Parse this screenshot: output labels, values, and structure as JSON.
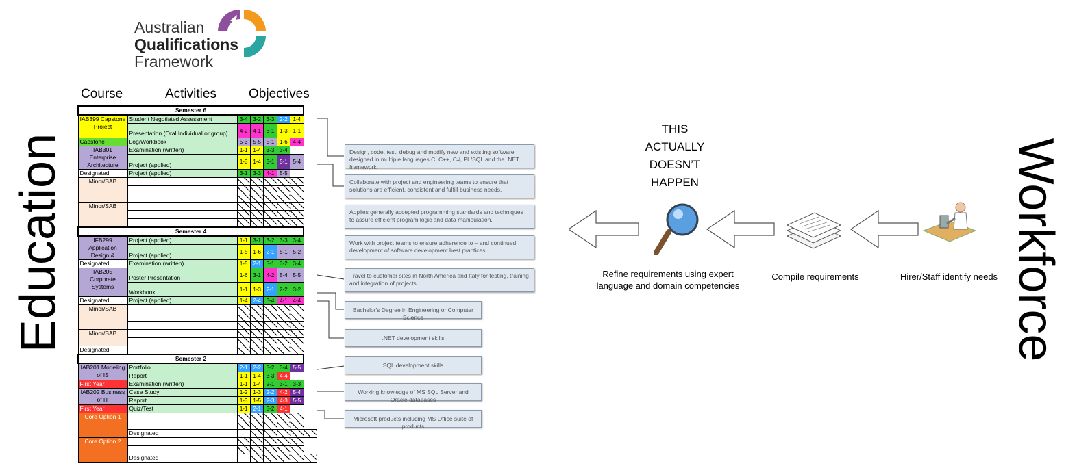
{
  "logo": {
    "line1": "Australian",
    "line2": "Qualifications",
    "line3": "Framework"
  },
  "headers": {
    "course": "Course",
    "activities": "Activities",
    "objectives": "Objectives"
  },
  "side": {
    "left": "Education",
    "right": "Workforce"
  },
  "colors": {
    "green": "#c6efce",
    "yellow": "#ffff00",
    "magenta": "#ff33cc",
    "blue": "#33a3ff",
    "purple": "#7030a0",
    "lavender": "#b4a7d6",
    "grey": "#cccccc",
    "brightgreen": "#33cc33",
    "darkgreen": "#00b050",
    "peach": "#fde9d9",
    "red": "#ff3333",
    "orange": "#f36f21",
    "capstone": "#66dd33"
  },
  "rows": [
    {
      "sem": "Semester 6"
    },
    {
      "course": "IAB399 Capstone Project",
      "c": "yellow",
      "span": 2,
      "act": "Student Negotiated Assessment",
      "obj": [
        [
          "3-4",
          "brightgreen"
        ],
        [
          "3-2",
          "brightgreen"
        ],
        [
          "3-3",
          "brightgreen"
        ],
        [
          "2-2",
          "blue"
        ],
        [
          "1-4",
          "yellow"
        ]
      ]
    },
    {
      "act": "Presentation (Oral Individual or group)",
      "tall": true,
      "obj": [
        [
          "4-2",
          "magenta"
        ],
        [
          "4-1",
          "magenta"
        ],
        [
          "3-1",
          "brightgreen"
        ],
        [
          "1-3",
          "yellow"
        ],
        [
          "1-1",
          "yellow"
        ]
      ]
    },
    {
      "course": "Capstone",
      "c": "capstone",
      "left": true,
      "act": "Log/Workbook",
      "obj": [
        [
          "5-3",
          "lavender"
        ],
        [
          "5-5",
          "lavender"
        ],
        [
          "5-1",
          "lavender"
        ],
        [
          "1-6",
          "yellow"
        ],
        [
          "4-4",
          "magenta"
        ]
      ]
    },
    {
      "course": "IAB301 Enterprise Architecture",
      "c": "lavender",
      "span": 2,
      "act": "Examination (written)",
      "obj": [
        [
          "1-1",
          "yellow"
        ],
        [
          "1-4",
          "yellow"
        ],
        [
          "3-3",
          "brightgreen"
        ],
        [
          "3-4",
          "brightgreen"
        ],
        [
          "",
          "white"
        ]
      ]
    },
    {
      "act": "Project (applied)",
      "tall": true,
      "obj": [
        [
          "1-3",
          "yellow"
        ],
        [
          "1-4",
          "yellow"
        ],
        [
          "3-1",
          "brightgreen"
        ],
        [
          "5-1",
          "purple"
        ],
        [
          "5-4",
          "lavender"
        ]
      ]
    },
    {
      "course": "Designated",
      "c": "white",
      "left": true,
      "act": "Project (applied)",
      "obj": [
        [
          "3-1",
          "brightgreen"
        ],
        [
          "3-3",
          "brightgreen"
        ],
        [
          "4-1",
          "magenta"
        ],
        [
          "5-5",
          "lavender"
        ],
        [
          "",
          "white"
        ]
      ]
    },
    {
      "course": "Minor/SAB",
      "c": "peach",
      "span": 3,
      "act": "",
      "hatch": true
    },
    {
      "act": "",
      "hatch": true
    },
    {
      "act": "",
      "hatch": true
    },
    {
      "course": "Minor/SAB",
      "c": "peach",
      "span": 3,
      "act": "",
      "hatch": true
    },
    {
      "act": "",
      "hatch": true
    },
    {
      "act": "",
      "hatch": true
    },
    {
      "sem": "Semester 4"
    },
    {
      "course": "IFB299 Application Design &",
      "c": "lavender",
      "span": 2,
      "act": "Project (applied)",
      "obj": [
        [
          "1-1",
          "yellow"
        ],
        [
          "3-1",
          "brightgreen"
        ],
        [
          "3-2",
          "brightgreen"
        ],
        [
          "3-3",
          "brightgreen"
        ],
        [
          "3-4",
          "brightgreen"
        ]
      ]
    },
    {
      "act": "Project (applied)",
      "tall": true,
      "obj": [
        [
          "1-5",
          "yellow"
        ],
        [
          "1-6",
          "yellow"
        ],
        [
          "2-1",
          "blue"
        ],
        [
          "5-1",
          "lavender"
        ],
        [
          "5-2",
          "lavender"
        ]
      ]
    },
    {
      "course": "Designated",
      "c": "white",
      "left": true,
      "act": "Examination (written)",
      "obj": [
        [
          "1-5",
          "yellow"
        ],
        [
          "2-1",
          "blue"
        ],
        [
          "3-1",
          "brightgreen"
        ],
        [
          "3-2",
          "brightgreen"
        ],
        [
          "3-4",
          "brightgreen"
        ]
      ]
    },
    {
      "course": "IAB205 Corporate Systems",
      "c": "lavender",
      "span": 2,
      "act": "Poster Presentation",
      "tall": true,
      "obj": [
        [
          "1-6",
          "yellow"
        ],
        [
          "3-1",
          "brightgreen"
        ],
        [
          "4-2",
          "magenta"
        ],
        [
          "5-4",
          "lavender"
        ],
        [
          "5-5",
          "lavender"
        ]
      ]
    },
    {
      "act": "Workbook",
      "tall": true,
      "obj": [
        [
          "1-1",
          "yellow"
        ],
        [
          "1-3",
          "yellow"
        ],
        [
          "2-1",
          "blue"
        ],
        [
          "2-2",
          "brightgreen"
        ],
        [
          "3-2",
          "brightgreen"
        ]
      ]
    },
    {
      "course": "Designated",
      "c": "white",
      "left": true,
      "act": "Project (applied)",
      "obj": [
        [
          "1-4",
          "yellow"
        ],
        [
          "2-4",
          "blue"
        ],
        [
          "3-4",
          "brightgreen"
        ],
        [
          "4-1",
          "magenta"
        ],
        [
          "4-4",
          "magenta"
        ]
      ]
    },
    {
      "course": "Minor/SAB",
      "c": "peach",
      "span": 3,
      "act": "",
      "hatch": true
    },
    {
      "act": "",
      "hatch": true
    },
    {
      "act": "",
      "hatch": true
    },
    {
      "course": "Minor/SAB",
      "c": "peach",
      "span": 2,
      "act": "",
      "hatch": true
    },
    {
      "act": "",
      "hatch": true
    },
    {
      "course": "Designated",
      "c": "white",
      "left": true,
      "act": "",
      "hatch": true
    },
    {
      "sem": "Semester 2"
    },
    {
      "course": "IAB201 Modeling of IS",
      "c": "lavender",
      "span": 2,
      "act": "Portfolio",
      "obj": [
        [
          "2-1",
          "blue"
        ],
        [
          "2-2",
          "blue"
        ],
        [
          "3-2",
          "brightgreen"
        ],
        [
          "3-4",
          "brightgreen"
        ],
        [
          "5-5",
          "purple"
        ]
      ]
    },
    {
      "act": "Report",
      "obj": [
        [
          "1-1",
          "yellow"
        ],
        [
          "1-4",
          "yellow"
        ],
        [
          "3-3",
          "brightgreen"
        ],
        [
          "4-4",
          "red"
        ],
        [
          "",
          "white"
        ]
      ]
    },
    {
      "course": "First Year",
      "c": "red",
      "left": true,
      "act": "Examination (written)",
      "obj": [
        [
          "1-1",
          "yellow"
        ],
        [
          "1-4",
          "yellow"
        ],
        [
          "2-1",
          "brightgreen"
        ],
        [
          "3-1",
          "brightgreen"
        ],
        [
          "3-3",
          "brightgreen"
        ]
      ]
    },
    {
      "course": "IAB202 Business of IT",
      "c": "lavender",
      "span": 2,
      "act": "Case Study",
      "obj": [
        [
          "1-2",
          "yellow"
        ],
        [
          "1-3",
          "yellow"
        ],
        [
          "2-2",
          "blue"
        ],
        [
          "4-2",
          "red"
        ],
        [
          "5-4",
          "purple"
        ]
      ]
    },
    {
      "act": "Report",
      "obj": [
        [
          "1-3",
          "yellow"
        ],
        [
          "1-5",
          "yellow"
        ],
        [
          "2-3",
          "blue"
        ],
        [
          "4-3",
          "red"
        ],
        [
          "5-5",
          "purple"
        ]
      ]
    },
    {
      "course": "First Year",
      "c": "red",
      "left": true,
      "act": "Quiz/Test",
      "obj": [
        [
          "1-1",
          "yellow"
        ],
        [
          "2-1",
          "blue"
        ],
        [
          "3-2",
          "brightgreen"
        ],
        [
          "4-1",
          "red"
        ],
        [
          "",
          "white"
        ]
      ]
    },
    {
      "course": "Core Option 1",
      "c": "orange",
      "span": 3,
      "act": "",
      "hatch": true
    },
    {
      "act": "",
      "hatch": true
    },
    {
      "course": "Designated",
      "c": "white",
      "left": true,
      "act": "",
      "hatch": true
    },
    {
      "course": "Core Option 2",
      "c": "orange",
      "span": 3,
      "act": "",
      "hatch": true
    },
    {
      "act": "",
      "hatch": true
    },
    {
      "course": "Designated",
      "c": "white",
      "left": true,
      "act": "",
      "hatch": true
    }
  ],
  "jobs": [
    "Design, code, test, debug and modify new and existing software designed in multiple languages C, C++, C#, PL/SQL and the .NET framework.",
    "Collaborate with project and engineering teams to ensure that solutions are efficient, consistent and fulfill business needs.",
    "Applies generally accepted programming standards and techniques to assure efficient program logic and data manipulation.",
    "Work with project teams to ensure adherence to – and continued development of software development best practices.",
    "Travel to customer sites in North America and Italy for testing, training and integration of projects.",
    "Bachelor's Degree in Engineering or Computer Science",
    ".NET development skills",
    "SQL development skills",
    "Working knowledge of MS SQL Server and Oracle databases",
    "Microsoft products including MS Office suite of products"
  ],
  "flow": {
    "callout": [
      "THIS",
      "ACTUALLY",
      "DOESN’T",
      "HAPPEN"
    ],
    "refine_line1": "Refine requirements using expert",
    "refine_line2": "language and domain competencies",
    "compile": "Compile requirements",
    "hirer": "Hirer/Staff identify needs"
  }
}
